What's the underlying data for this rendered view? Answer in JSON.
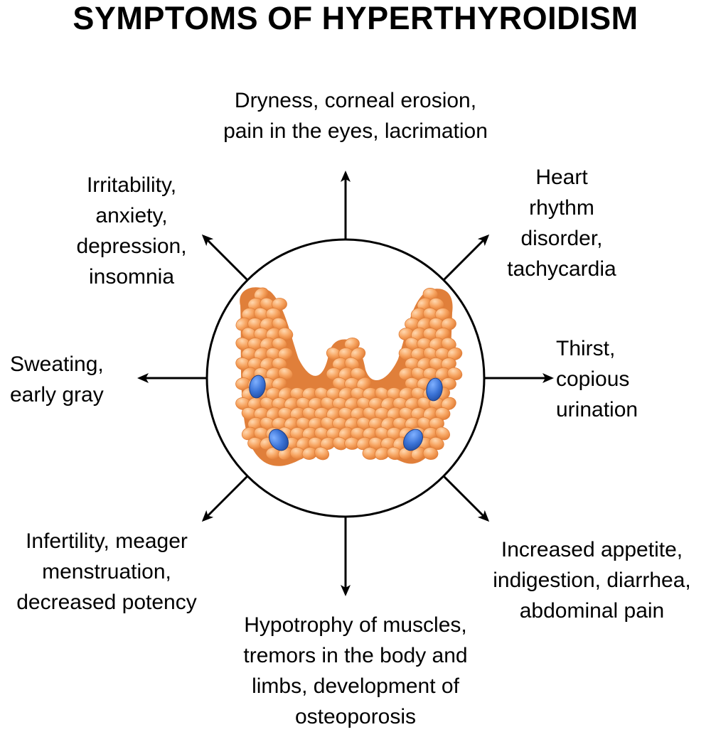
{
  "title": "SYMPTOMS OF HYPERTHYROIDISM",
  "symptoms": {
    "eyes": "Dryness, corneal erosion,\npain in the eyes, lacrimation",
    "nervous": "Irritability,\nanxiety,\ndepression,\ninsomnia",
    "heart": "Heart\nrhythm\ndisorder,\ntachycardia",
    "skin": "Sweating,\nearly gray",
    "urinary": "Thirst,\ncopious\nurination",
    "reproductive": "Infertility, meager\nmenstruation,\ndecreased potency",
    "digestive": "Increased appetite,\nindigestion, diarrhea,\nabdominal pain",
    "muscles": "Hypotrophy of muscles,\ntremors in the body and\nlimbs, development of\nosteoporosis"
  },
  "colors": {
    "gland": "#f6a15b",
    "gland_highlight": "#ffd3a6",
    "gland_shadow": "#e07f3a",
    "nodule": "#3b73d6",
    "line": "#000000"
  },
  "icons": {
    "center": "thyroid-gland-icon",
    "nodule": "nodule-icon",
    "arrow": "arrow-icon"
  }
}
